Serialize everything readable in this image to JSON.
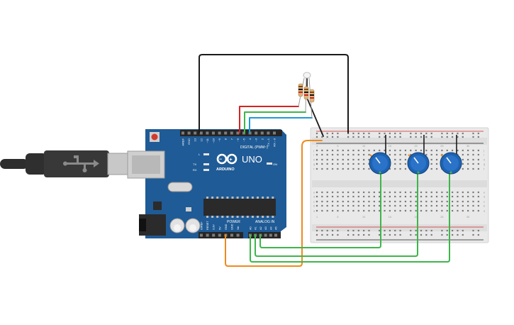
{
  "board": {
    "brand": "ARDUINO",
    "model": "UNO",
    "on_label": "ON",
    "l_label": "L",
    "tx_label": "TX",
    "rx_label": "RX",
    "digital_label": "DIGITAL (PWM~)",
    "power_label": "POWER",
    "analog_label": "ANALOG IN",
    "top_pins": [
      "AREF",
      "GND",
      "13",
      "12",
      "~11",
      "~10",
      "~9",
      "8",
      "7",
      "~6",
      "~5",
      "4",
      "~3",
      "2",
      "TX→1",
      "RX←0"
    ],
    "power_pins": [
      "IOREF",
      "RESET",
      "3.3V",
      "5V",
      "GND",
      "GND",
      "Vin"
    ],
    "analog_pins": [
      "A0",
      "A1",
      "A2",
      "A3",
      "A4",
      "A5"
    ]
  },
  "breadboard": {
    "col_numbers": [
      "1",
      "5",
      "10",
      "15",
      "20",
      "25",
      "30"
    ],
    "row_letters_top": [
      "j",
      "i",
      "h",
      "g",
      "f"
    ],
    "row_letters_bottom": [
      "e",
      "d",
      "c",
      "b",
      "a"
    ]
  },
  "colors": {
    "board": "#1f5b96",
    "wire_black": "#1a1a1a",
    "wire_red": "#d42323",
    "wire_green": "#3db64a",
    "wire_blue": "#1e9ad6",
    "wire_orange": "#f08a1d",
    "pot_body": "#1d63b5"
  }
}
